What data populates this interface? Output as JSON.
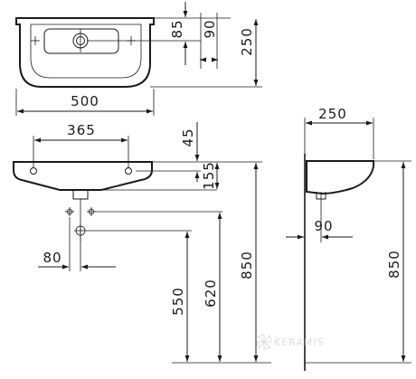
{
  "top_view": {
    "width": "500",
    "depth": "250",
    "tap_offset": "85",
    "tap_hole": "90"
  },
  "front_view": {
    "fixing_spacing": "365",
    "top_offset": "45",
    "bowl_height": "155",
    "waste_offset": "80",
    "waste_height": "550",
    "supply_height": "620",
    "rim_height": "850"
  },
  "side_view": {
    "projection": "250",
    "trap_offset": "90",
    "rim_height": "850"
  },
  "watermark": {
    "text": "KERAMIS",
    "icon": "pinwheel-icon"
  }
}
